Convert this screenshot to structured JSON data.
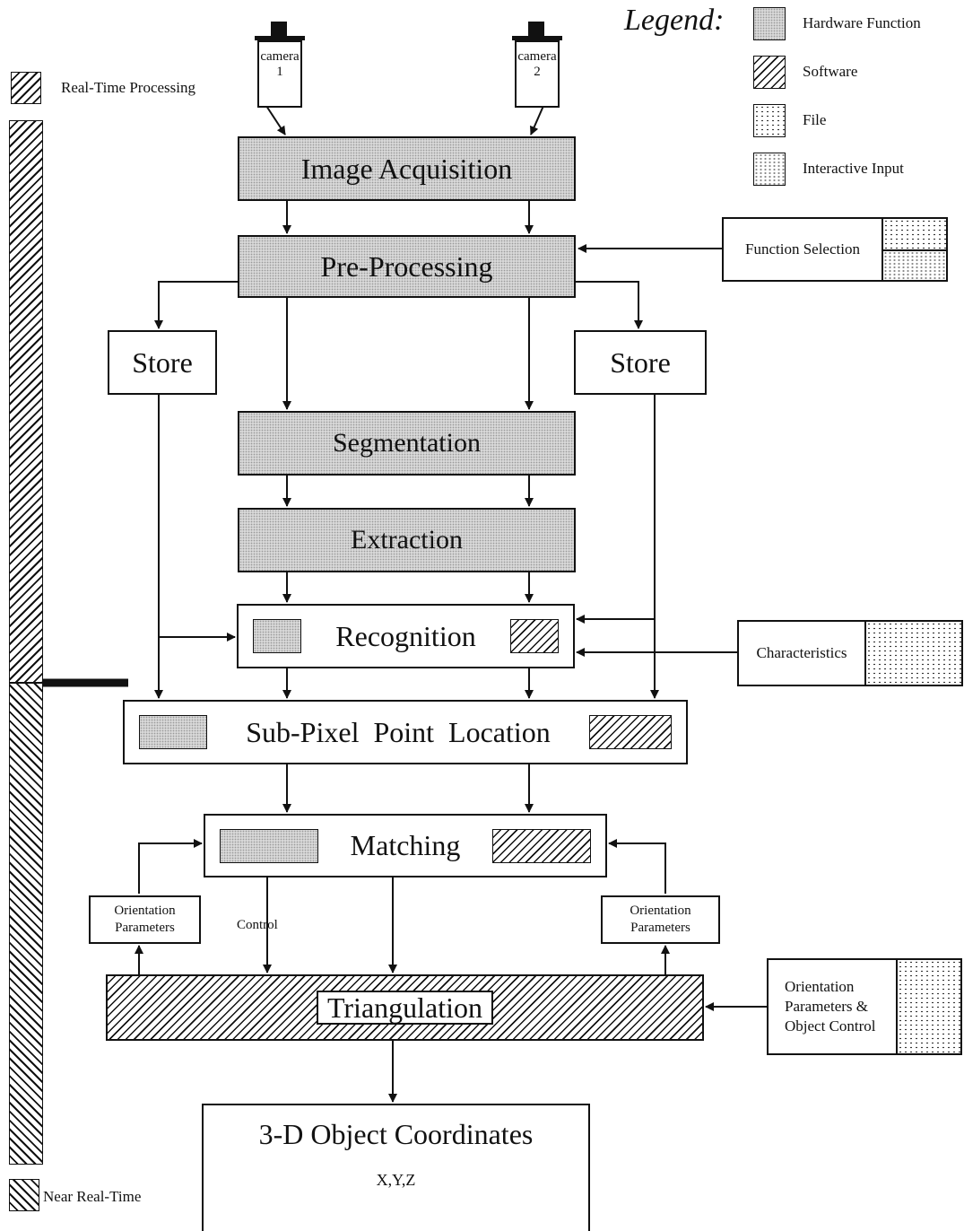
{
  "legend": {
    "title": "Legend:",
    "items": [
      {
        "label": "Hardware Function",
        "pattern": "hardware"
      },
      {
        "label": "Software",
        "pattern": "software"
      },
      {
        "label": "File",
        "pattern": "file"
      },
      {
        "label": "Interactive Input",
        "pattern": "interactive"
      }
    ]
  },
  "timing": {
    "realtime": "Real-Time Processing",
    "nearrealtime": "Near Real-Time"
  },
  "cameras": [
    {
      "line1": "camera",
      "line2": "1"
    },
    {
      "line1": "camera",
      "line2": "2"
    }
  ],
  "steps": {
    "acquisition": "Image Acquisition",
    "preprocessing": "Pre-Processing",
    "store_left": "Store",
    "store_right": "Store",
    "segmentation": "Segmentation",
    "extraction": "Extraction",
    "recognition": "Recognition",
    "subpixel": "Sub-Pixel  Point  Location",
    "matching": "Matching",
    "triangulation": "Triangulation",
    "output_title": "3-D Object Coordinates",
    "output_value": "X,Y,Z"
  },
  "inputs": {
    "function_selection": "Function Selection",
    "characteristics": "Characteristics",
    "orientation_left_1": "Orientation",
    "orientation_left_2": "Parameters",
    "orientation_right_1": "Orientation",
    "orientation_right_2": "Parameters",
    "control": "Control",
    "orient_obj_1": "Orientation",
    "orient_obj_2": "Parameters &",
    "orient_obj_3": "Object Control"
  },
  "colors": {
    "line": "#111111",
    "hardware_fill": "#d8d8d8",
    "background": "#ffffff"
  }
}
